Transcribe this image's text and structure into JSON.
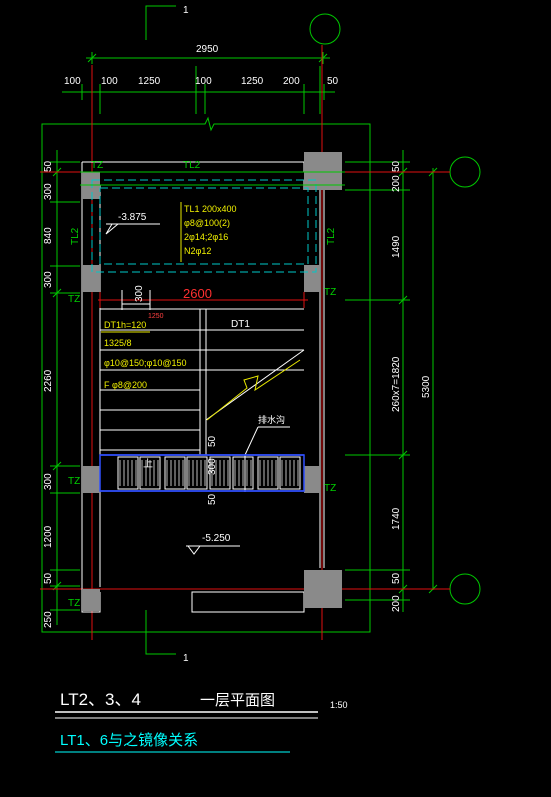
{
  "section_marks": {
    "top": "1",
    "bottom": "1"
  },
  "top_dims": {
    "overall": "2950",
    "segments": [
      "100",
      "100",
      "1250",
      "100",
      "1250",
      "200",
      "50"
    ]
  },
  "left_dims": [
    "50",
    "300",
    "840",
    "300",
    "2260",
    "300",
    "1200",
    "50",
    "250"
  ],
  "right_dims": {
    "inner": [
      "50",
      "200",
      "1490",
      "260x7=1820",
      "1740",
      "200",
      "50"
    ],
    "overall": "5300"
  },
  "labels": {
    "tz": "TZ",
    "tl2_top": "TL2",
    "tl2_left": "TL2",
    "tl2_right": "TL2",
    "level_upper": "-3.875",
    "level_lower": "-5.250",
    "width_2600": "2600",
    "dim_300": "300",
    "small_1250": "1250",
    "dt1": "DT1",
    "drain": "排水沟",
    "up": "上",
    "num_50": "50",
    "num_300": "300"
  },
  "tl1_note": [
    "TL1 200x400",
    "φ8@100(2)",
    "2φ14;2φ16",
    "N2φ12"
  ],
  "stair_note": [
    "DT1h=120",
    "1325/8",
    "φ10@150;φ10@150",
    "F φ8@200"
  ],
  "title_block": {
    "title": "LT2、3、4",
    "subtitle": "一层平面图",
    "scale": "1:50",
    "note": "LT1、6与之镜像关系"
  },
  "colors": {
    "green": "#00c800",
    "white": "#ffffff",
    "red": "#e01010",
    "cyan": "#00c8c8",
    "yellow": "#e8e800",
    "blue": "#3050ff"
  }
}
